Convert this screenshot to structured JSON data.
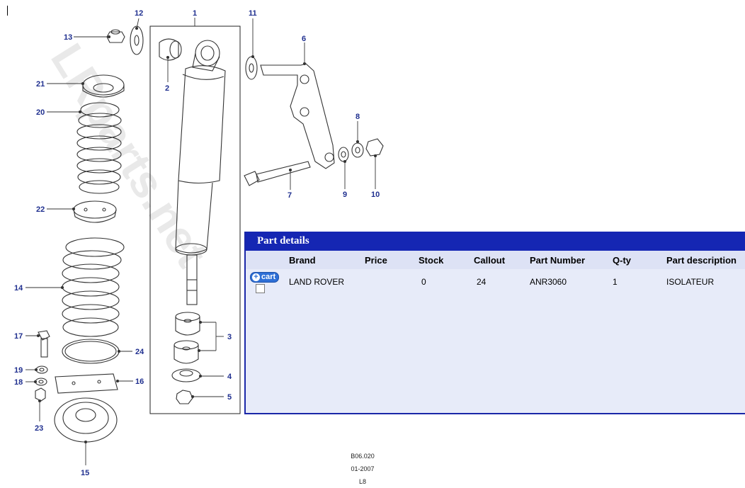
{
  "watermark": "LRparts.net",
  "callouts": [
    "1",
    "2",
    "3",
    "4",
    "5",
    "6",
    "7",
    "8",
    "9",
    "10",
    "11",
    "12",
    "13",
    "14",
    "15",
    "16",
    "17",
    "18",
    "19",
    "20",
    "21",
    "22",
    "23",
    "24"
  ],
  "panel": {
    "title": "Part details",
    "columns": [
      "Brand",
      "Price",
      "Stock",
      "Callout",
      "Part Number",
      "Q-ty",
      "Part description"
    ],
    "cart_label": "cart",
    "rows": [
      {
        "brand": "LAND ROVER",
        "price": "",
        "stock": "0",
        "callout": "24",
        "part_number": "ANR3060",
        "qty": "1",
        "description": "ISOLATEUR"
      }
    ]
  },
  "footer": {
    "ref": "B06.020",
    "date": "01-2007",
    "code": "L8"
  },
  "colors": {
    "accent": "#1526b3",
    "callout_text": "#1f2f8f",
    "panel_bg": "#e7ebf9"
  }
}
